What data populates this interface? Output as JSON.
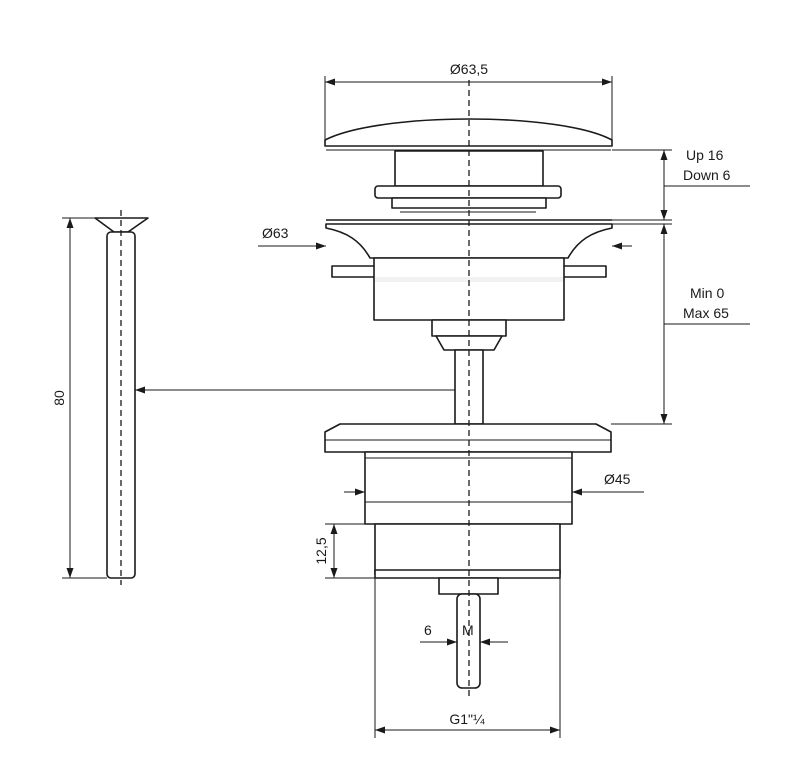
{
  "labels": {
    "cap_diameter": "Ø63,5",
    "up_stroke": "Up 16",
    "down_stroke": "Down 6",
    "flange_diameter": "Ø63",
    "height_min": "Min 0",
    "height_max": "Max 65",
    "body_diameter": "Ø45",
    "thread_length": "12,5",
    "pin_width": "6",
    "pin_thread": "M",
    "thread_size": "G1\"¼",
    "extension_length": "80"
  }
}
